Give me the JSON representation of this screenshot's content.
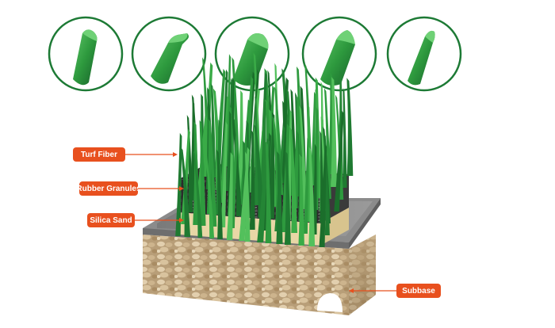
{
  "labels": {
    "turf_fiber": "Turf Fiber",
    "rubber_granules": "Rubber Granules",
    "silica_sand": "Silica Sand",
    "subbase": "Subbase"
  },
  "colors": {
    "callout": "#e8501e",
    "turf_dark": "#1b6e2b",
    "turf_mid": "#2e9a3e",
    "turf_light": "#56c15f",
    "rubber": "#2c2c2c",
    "sand": "#e8d7a6",
    "base_top": "#6f6f6f",
    "subbase_stone": "#c9b08a"
  },
  "fiber_profiles": [
    "fiber-profile-1",
    "fiber-profile-2",
    "fiber-profile-3",
    "fiber-profile-4",
    "fiber-profile-5"
  ]
}
